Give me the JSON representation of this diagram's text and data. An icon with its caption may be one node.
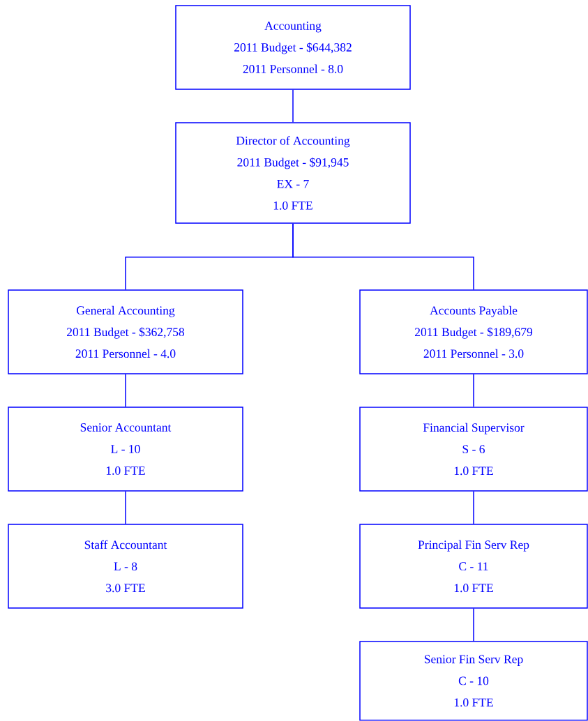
{
  "diagram": {
    "nodes": [
      {
        "text": [
          "Accounting",
          "2011 Budget - $644,382",
          "2011 Personnel - 8.0"
        ]
      },
      {
        "text": [
          "Director of Accounting",
          "2011 Budget - $91,945",
          "EX - 7",
          "1.0 FTE"
        ]
      },
      {
        "text": [
          "General Accounting",
          "2011 Budget - $362,758",
          "2011 Personnel - 4.0"
        ]
      },
      {
        "text": [
          "Accounts Payable",
          "2011 Budget - $189,679",
          "2011 Personnel - 3.0"
        ]
      },
      {
        "text": [
          "Senior Accountant",
          "L - 10",
          "1.0 FTE"
        ]
      },
      {
        "text": [
          "Financial Supervisor",
          "S - 6",
          "1.0 FTE"
        ]
      },
      {
        "text": [
          "Staff Accountant",
          "L - 8",
          "3.0 FTE"
        ]
      },
      {
        "text": [
          "Principal Fin Serv Rep",
          "C - 11",
          "1.0 FTE"
        ]
      },
      {
        "text": [
          "Senior Fin Serv Rep",
          "C - 10",
          "1.0 FTE"
        ]
      }
    ],
    "edges": [
      {
        "from": 0,
        "to": 1,
        "arrow": "none"
      },
      {
        "from": 1,
        "to": 2,
        "arrow": "none"
      },
      {
        "from": 1,
        "to": 3,
        "arrow": "none"
      },
      {
        "from": 2,
        "to": 4,
        "arrow": "none"
      },
      {
        "from": 4,
        "to": 6,
        "arrow": "none"
      },
      {
        "from": 3,
        "to": 5,
        "arrow": "none"
      },
      {
        "from": 5,
        "to": 7,
        "arrow": "none"
      },
      {
        "from": 7,
        "to": 8,
        "arrow": "none"
      }
    ]
  }
}
